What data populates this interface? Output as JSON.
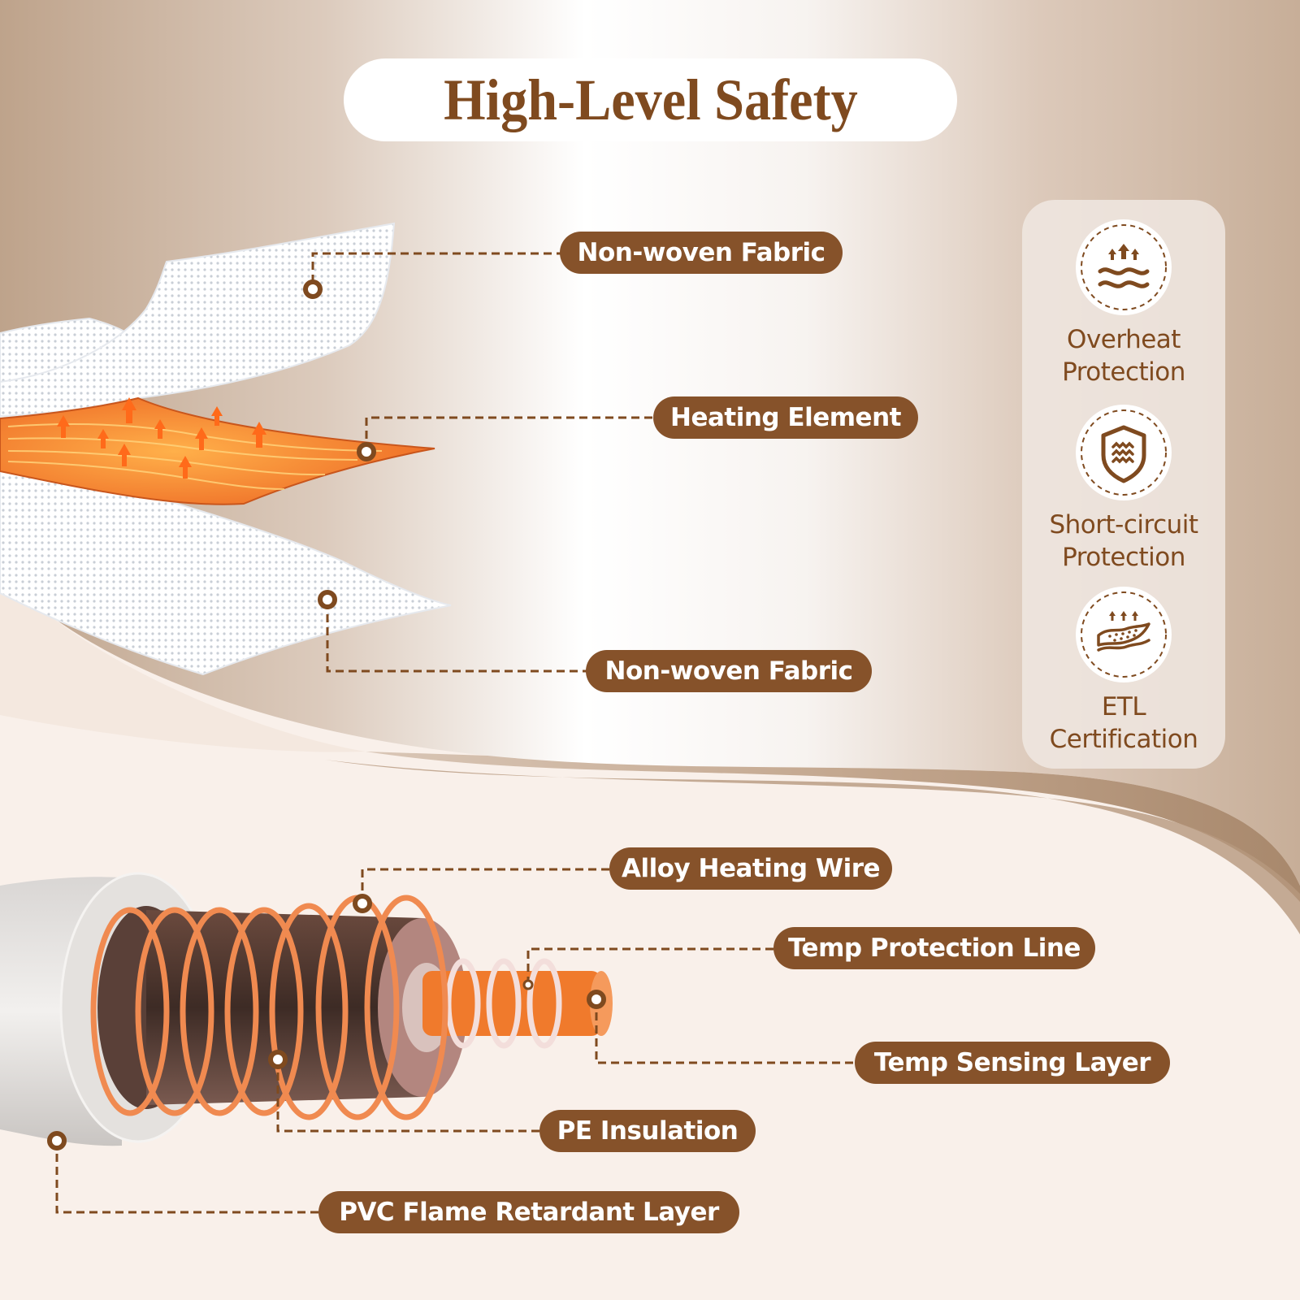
{
  "title": "High-Level Safety",
  "colors": {
    "brand_brown": "#86522a",
    "title_brown": "#7f4a1f",
    "heating_orange": "#f07a2c",
    "background_cream": "#f9f0ea",
    "background_taupe": "#bfa48c"
  },
  "fabric_diagram": {
    "labels": [
      {
        "text": "Non-woven Fabric",
        "part": "top-layer"
      },
      {
        "text": "Heating Element",
        "part": "middle-layer"
      },
      {
        "text": "Non-woven Fabric",
        "part": "bottom-layer"
      }
    ]
  },
  "features": [
    {
      "label_line1": "Overheat",
      "label_line2": "Protection",
      "icon": "overheat-waves-icon"
    },
    {
      "label_line1": "Short-circuit",
      "label_line2": "Protection",
      "icon": "shield-icon"
    },
    {
      "label_line1": "ETL",
      "label_line2": "Certification",
      "icon": "layered-fabric-icon"
    }
  ],
  "cable_diagram": {
    "labels": [
      {
        "text": "Alloy Heating Wire"
      },
      {
        "text": "Temp Protection Line"
      },
      {
        "text": "Temp Sensing Layer"
      },
      {
        "text": "PE Insulation"
      },
      {
        "text": "PVC Flame Retardant Layer"
      }
    ]
  }
}
